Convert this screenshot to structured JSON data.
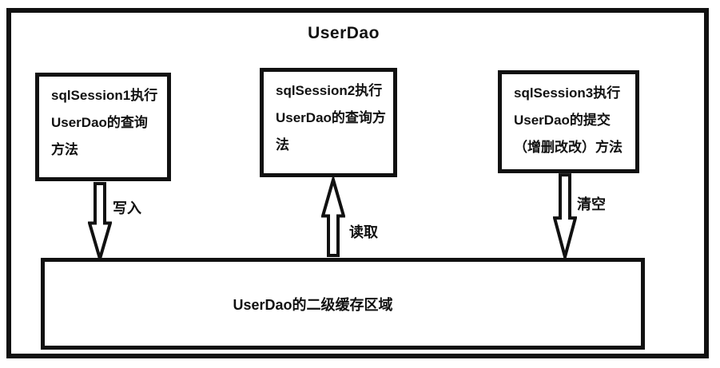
{
  "diagram": {
    "title": "UserDao",
    "boxes": [
      {
        "id": "session1",
        "lines": [
          "sqlSession1执行",
          "UserDao的查询",
          "方法"
        ]
      },
      {
        "id": "session2",
        "lines": [
          "sqlSession2执行",
          "UserDao的查询方",
          "法"
        ]
      },
      {
        "id": "session3",
        "lines": [
          "sqlSession3执行",
          "UserDao的提交",
          "（增删改改）方法"
        ]
      }
    ],
    "arrows": [
      {
        "id": "write",
        "direction": "down",
        "label": "写入"
      },
      {
        "id": "read",
        "direction": "up",
        "label": "读取"
      },
      {
        "id": "clear",
        "direction": "down",
        "label": "清空"
      }
    ],
    "cache_box": {
      "label": "UserDao的二级缓存区域"
    },
    "colors": {
      "border": "#111111",
      "background": "#ffffff",
      "text": "#111111"
    }
  }
}
